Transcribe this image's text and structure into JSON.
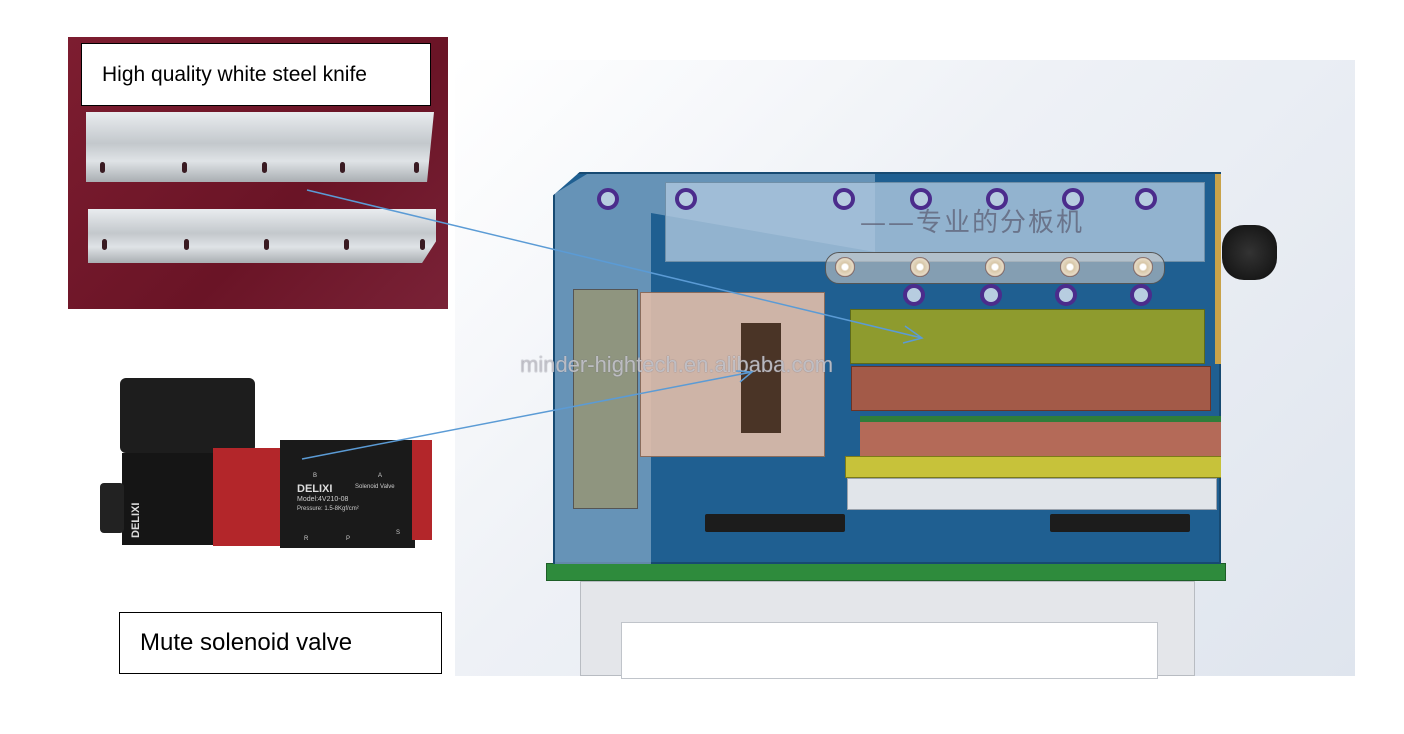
{
  "callouts": {
    "knife": {
      "label": "High quality white steel knife"
    },
    "valve": {
      "label": "Mute solenoid valve"
    }
  },
  "machine": {
    "chinese_caption": "——专业的分板机",
    "watermark": "minder-hightech.en.alibaba.com"
  },
  "valve_photo": {
    "brand": "DELIXI",
    "model": "Model:4V210-08",
    "type": "Solenoid Valve",
    "pressure": "Pressure: 1.5-8Kgf/cm²",
    "ports": [
      "B",
      "A",
      "R",
      "P",
      "S"
    ]
  },
  "colors": {
    "arrow": "#5b9bd5",
    "machine_blue": "#1f5f91",
    "photo_background": "#7a1a2c",
    "base_green": "#2e8b3c",
    "valve_red": "#b22222"
  }
}
